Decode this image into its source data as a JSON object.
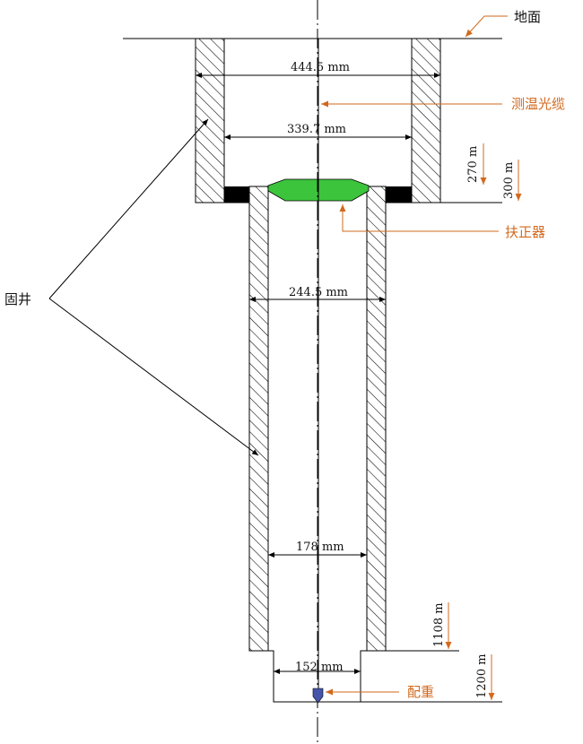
{
  "labels": {
    "ground": "地面",
    "fiber_cable": "测温光缆",
    "centralizer": "扶正器",
    "cement": "固井",
    "weight": "配重"
  },
  "dimensions": {
    "d1": "444.5 mm",
    "d2": "339.7 mm",
    "d3": "244.5 mm",
    "d4": "178 mm",
    "d5": "152 mm"
  },
  "depths": {
    "z1": "270 m",
    "z2": "300 m",
    "z3": "1108 m",
    "z4": "1200 m"
  },
  "colors": {
    "annotation": "#d2691e",
    "centralizer": "#3cc43c",
    "weight": "#4455aa",
    "lines": "#000000"
  }
}
